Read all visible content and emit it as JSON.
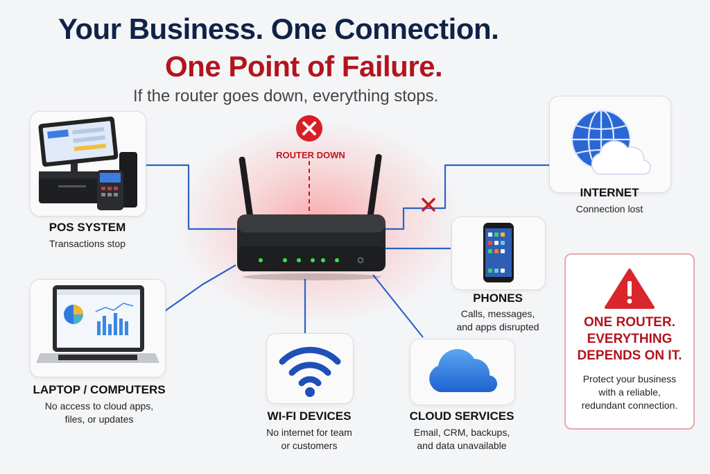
{
  "header": {
    "title_line1": "Your Business. One Connection.",
    "title_line2": "One Point of Failure.",
    "subtitle": "If the router goes down, everything stops."
  },
  "router": {
    "status": "ROUTER DOWN"
  },
  "devices": {
    "pos": {
      "label": "POS SYSTEM",
      "desc": "Transactions stop"
    },
    "laptop": {
      "label": "LAPTOP / COMPUTERS",
      "desc_line1": "No access to cloud apps,",
      "desc_line2": "files, or updates"
    },
    "wifi": {
      "label": "WI-FI DEVICES",
      "desc_line1": "No internet for team",
      "desc_line2": "or customers"
    },
    "cloud": {
      "label": "CLOUD SERVICES",
      "desc_line1": "Email, CRM, backups,",
      "desc_line2": "and data unavailable"
    },
    "phones": {
      "label": "PHONES",
      "desc_line1": "Calls, messages,",
      "desc_line2": "and apps disrupted"
    },
    "internet": {
      "label": "INTERNET",
      "desc": "Connection lost"
    }
  },
  "warning": {
    "head_line1": "ONE ROUTER.",
    "head_line2": "EVERYTHING",
    "head_line3": "DEPENDS ON IT.",
    "body_line1": "Protect your business",
    "body_line2": "with a reliable,",
    "body_line3": "redundant connection."
  },
  "colors": {
    "navy": "#0f2347",
    "red": "#b3141c",
    "link_blue": "#2a62c9"
  }
}
